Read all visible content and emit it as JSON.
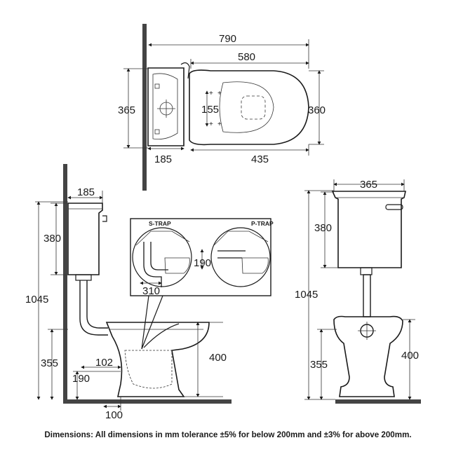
{
  "plan_view": {
    "dims": {
      "overall_depth": "790",
      "pan_depth": "580",
      "cistern_width": "365",
      "fixing_centres": "155",
      "pan_width": "360",
      "cistern_depth": "185",
      "pan_projection": "435"
    }
  },
  "side_view": {
    "dims": {
      "cistern_depth": "185",
      "cistern_height": "380",
      "overall_height": "1045",
      "waste_centre_height": "355",
      "rim_height": "400",
      "waste_offset": "102",
      "outlet_height": "190",
      "outlet_setback": "100"
    },
    "detail": {
      "s_trap_label": "S-TRAP",
      "p_trap_label": "P-TRAP",
      "s_trap_dim": "310",
      "p_trap_dim": "190"
    }
  },
  "front_view": {
    "dims": {
      "cistern_width": "365",
      "cistern_height": "380",
      "overall_height": "1045",
      "waste_centre_height": "355",
      "rim_height": "400"
    }
  },
  "footer": {
    "note": "Dimensions: All dimensions in mm tolerance ±5% for below 200mm and ±3% for above 200mm."
  }
}
